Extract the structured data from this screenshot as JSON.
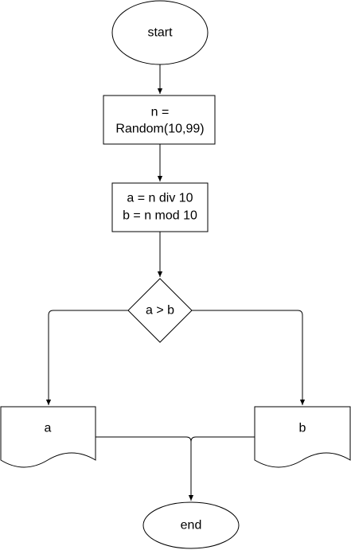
{
  "diagram": {
    "nodes": {
      "start": {
        "label": "start"
      },
      "assign_n": {
        "line1": "n =",
        "line2": "Random(10,99)"
      },
      "assign_ab": {
        "line1": "a = n div 10",
        "line2": "b = n mod 10"
      },
      "decision": {
        "label": "a > b"
      },
      "output_a": {
        "label": "a"
      },
      "output_b": {
        "label": "b"
      },
      "end": {
        "label": "end"
      }
    }
  },
  "colors": {
    "stroke": "#000000",
    "fill": "#ffffff",
    "text": "#000000"
  }
}
